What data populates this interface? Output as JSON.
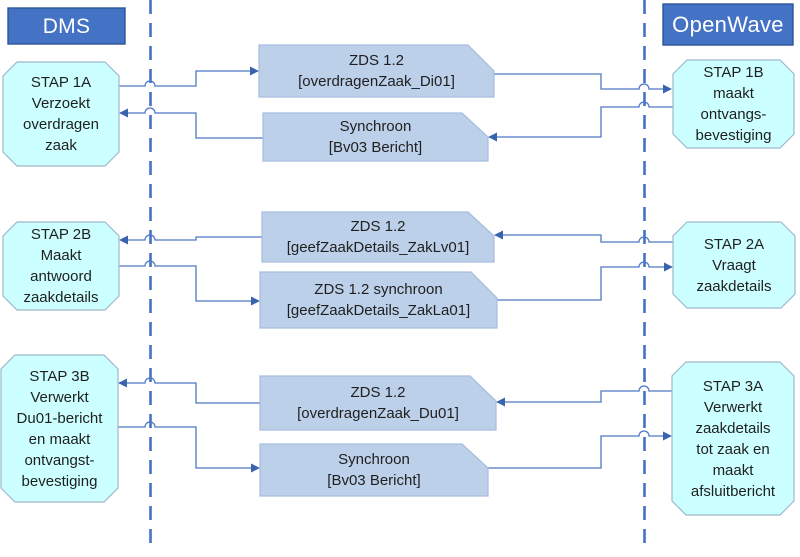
{
  "headers": {
    "left": "DMS",
    "right": "OpenWave"
  },
  "steps": {
    "stap1a": "STAP 1A\nVerzoekt\noverdragen\nzaak",
    "stap1b": "STAP 1B\nmaakt\nontvangs-\nbevestiging",
    "stap2b": "STAP 2B\nMaakt\nantwoord\nzaakdetails",
    "stap2a": "STAP 2A\nVraagt\nzaakdetails",
    "stap3b": "STAP 3B\nVerwerkt\nDu01-bericht\nen maakt\nontvangst-\nbevestiging",
    "stap3a": "STAP 3A\nVerwerkt\nzaakdetails\ntot zaak en\nmaakt\nafsluitbericht"
  },
  "messages": {
    "m1a": "ZDS 1.2\n[overdragenZaak_Di01]",
    "m1b": "Synchroon\n[Bv03 Bericht]",
    "m2a": "ZDS 1.2\n[geefZaakDetails_ZakLv01]",
    "m2b": "ZDS 1.2 synchroon\n[geefZaakDetails_ZakLa01]",
    "m3a": "ZDS 1.2\n[overdragenZaak_Du01]",
    "m3b": "Synchroon\n[Bv03 Bericht]"
  },
  "flows": [
    {
      "from": "STAP 1A",
      "via": "ZDS 1.2 [overdragenZaak_Di01]",
      "to": "STAP 1B"
    },
    {
      "from": "STAP 1B",
      "via": "Synchroon [Bv03 Bericht]",
      "to": "STAP 1A"
    },
    {
      "from": "STAP 2A",
      "via": "ZDS 1.2 [geefZaakDetails_ZakLv01]",
      "to": "STAP 2B"
    },
    {
      "from": "STAP 2B",
      "via": "ZDS 1.2 synchroon [geefZaakDetails_ZakLa01]",
      "to": "STAP 2A"
    },
    {
      "from": "STAP 3A",
      "via": "ZDS 1.2 [overdragenZaak_Du01]",
      "to": "STAP 3B"
    },
    {
      "from": "STAP 3B",
      "via": "Synchroon [Bv03 Bericht]",
      "to": "STAP 3A"
    }
  ],
  "colors": {
    "header_fill": "#4472c4",
    "header_border": "#2f5597",
    "step_fill": "#ccffff",
    "step_border": "#9fb8cc",
    "message_fill": "#bdd0e9",
    "message_border": "#a6bcdd",
    "connector": "#4e79c4",
    "arrowhead": "#3a63ad",
    "lifeline": "#4472c4",
    "text": "#1f1f1f"
  }
}
